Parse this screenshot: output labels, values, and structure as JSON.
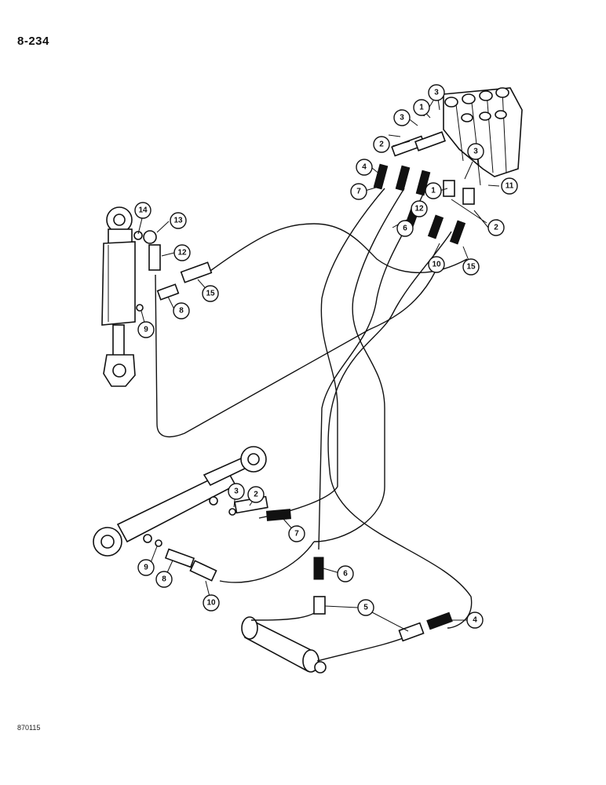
{
  "page_number": "8-234",
  "figure_code": "870115",
  "callouts": [
    {
      "n": "1"
    },
    {
      "n": "2"
    },
    {
      "n": "3"
    },
    {
      "n": "4"
    },
    {
      "n": "5"
    },
    {
      "n": "6"
    },
    {
      "n": "7"
    },
    {
      "n": "8"
    },
    {
      "n": "9"
    },
    {
      "n": "10"
    },
    {
      "n": "11"
    },
    {
      "n": "12"
    },
    {
      "n": "13"
    },
    {
      "n": "14"
    },
    {
      "n": "15"
    }
  ]
}
